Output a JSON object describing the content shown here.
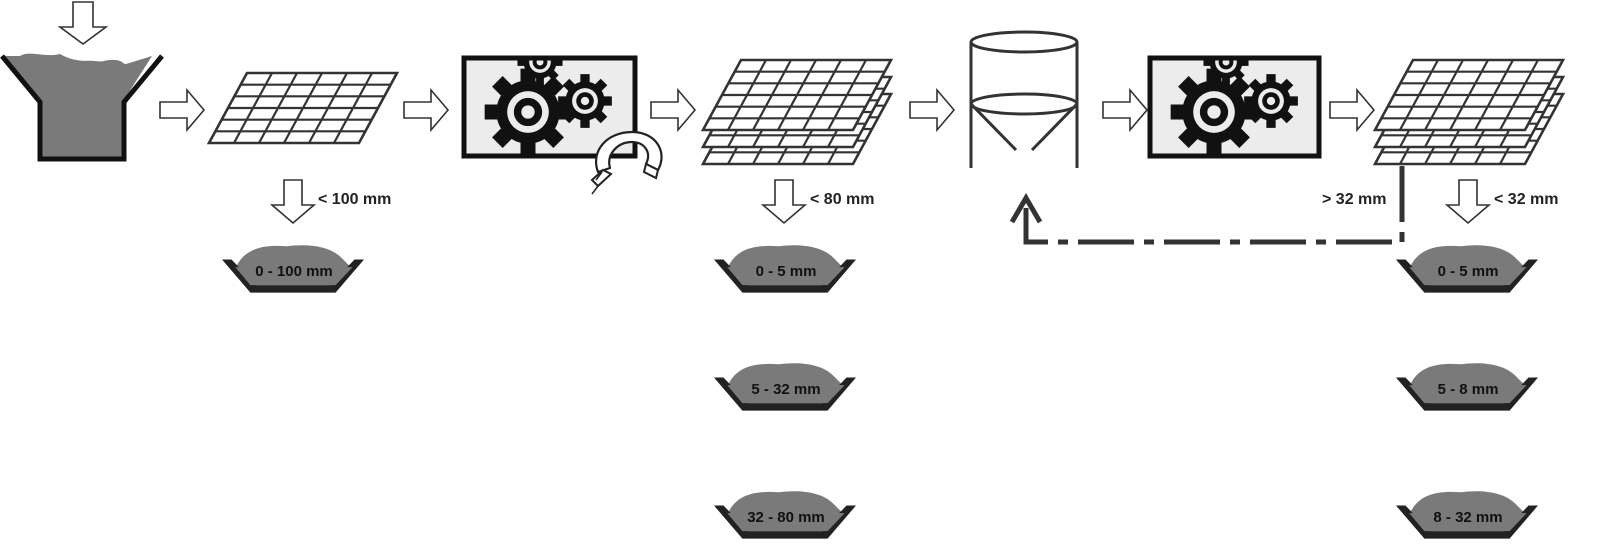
{
  "diagram": {
    "labels": {
      "screen1_pass": "< 100 mm",
      "screen2_pass": "< 80 mm",
      "screen3_oversize": "> 32 mm",
      "screen3_pass": "< 32 mm"
    },
    "piles": {
      "p1": "0 - 100 mm",
      "p2": "0 - 5 mm",
      "p3": "5 - 32 mm",
      "p4": "32 - 80 mm",
      "p5": "0 - 5 mm",
      "p6": "5 - 8 mm",
      "p7": "8 - 32 mm"
    },
    "colors": {
      "material": "#7a7a7a",
      "stroke": "#2b2b2b",
      "panel": "#ececec"
    },
    "icons": [
      "hopper-icon",
      "screen-icon",
      "crusher-icon",
      "magnet-icon",
      "silo-icon",
      "stockpile-icon"
    ]
  }
}
